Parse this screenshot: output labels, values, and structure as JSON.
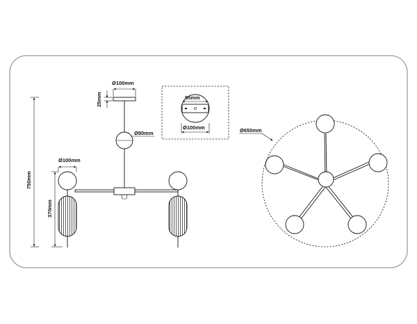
{
  "dimensions": {
    "canopy_diameter": "Ø100mm",
    "canopy_height": "25mm",
    "joint_ball_diameter": "Ø80mm",
    "globe_diameter": "Ø100mm",
    "total_height": "750mm",
    "lamp_height": "370mm",
    "detail_inner": "95mm",
    "detail_outer": "Ø100mm",
    "spread_diameter": "Ø650mm"
  },
  "colors": {
    "line": "#111111",
    "frame": "#9a9a9a",
    "background": "#ffffff"
  }
}
